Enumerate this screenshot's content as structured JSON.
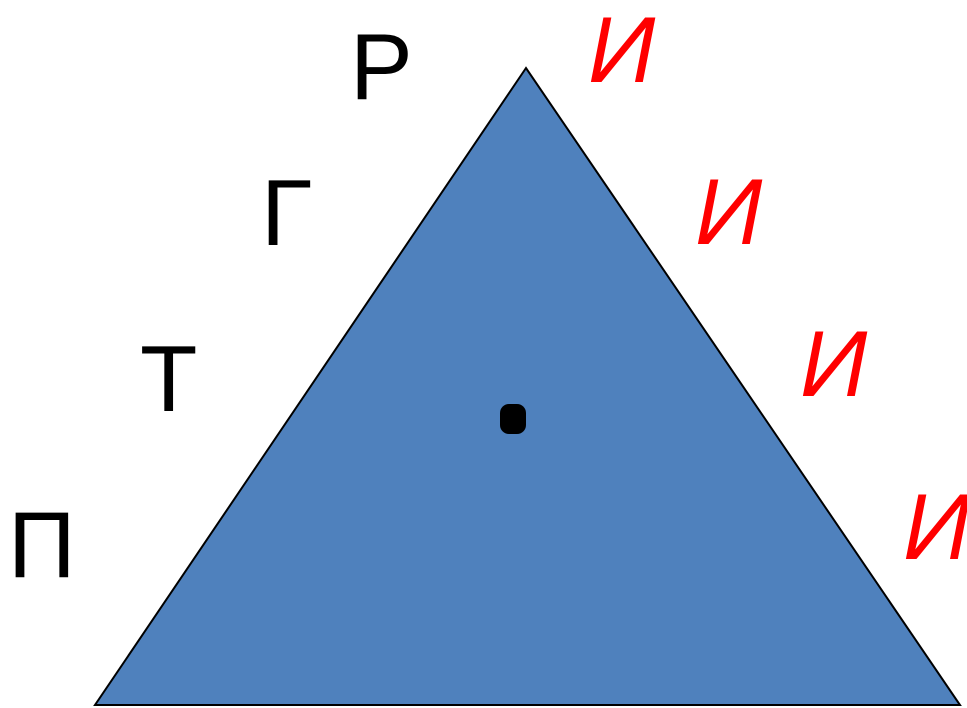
{
  "triangle": {
    "fill_color": "#4f81bd",
    "stroke_color": "#000000",
    "center_dot_color": "#000000"
  },
  "left_side_letters": [
    "Р",
    "Г",
    "Т",
    "П"
  ],
  "right_side_letters": [
    "И",
    "И",
    "И",
    "И"
  ],
  "colors": {
    "left_letters": "#000000",
    "right_letters": "#ff0000"
  }
}
